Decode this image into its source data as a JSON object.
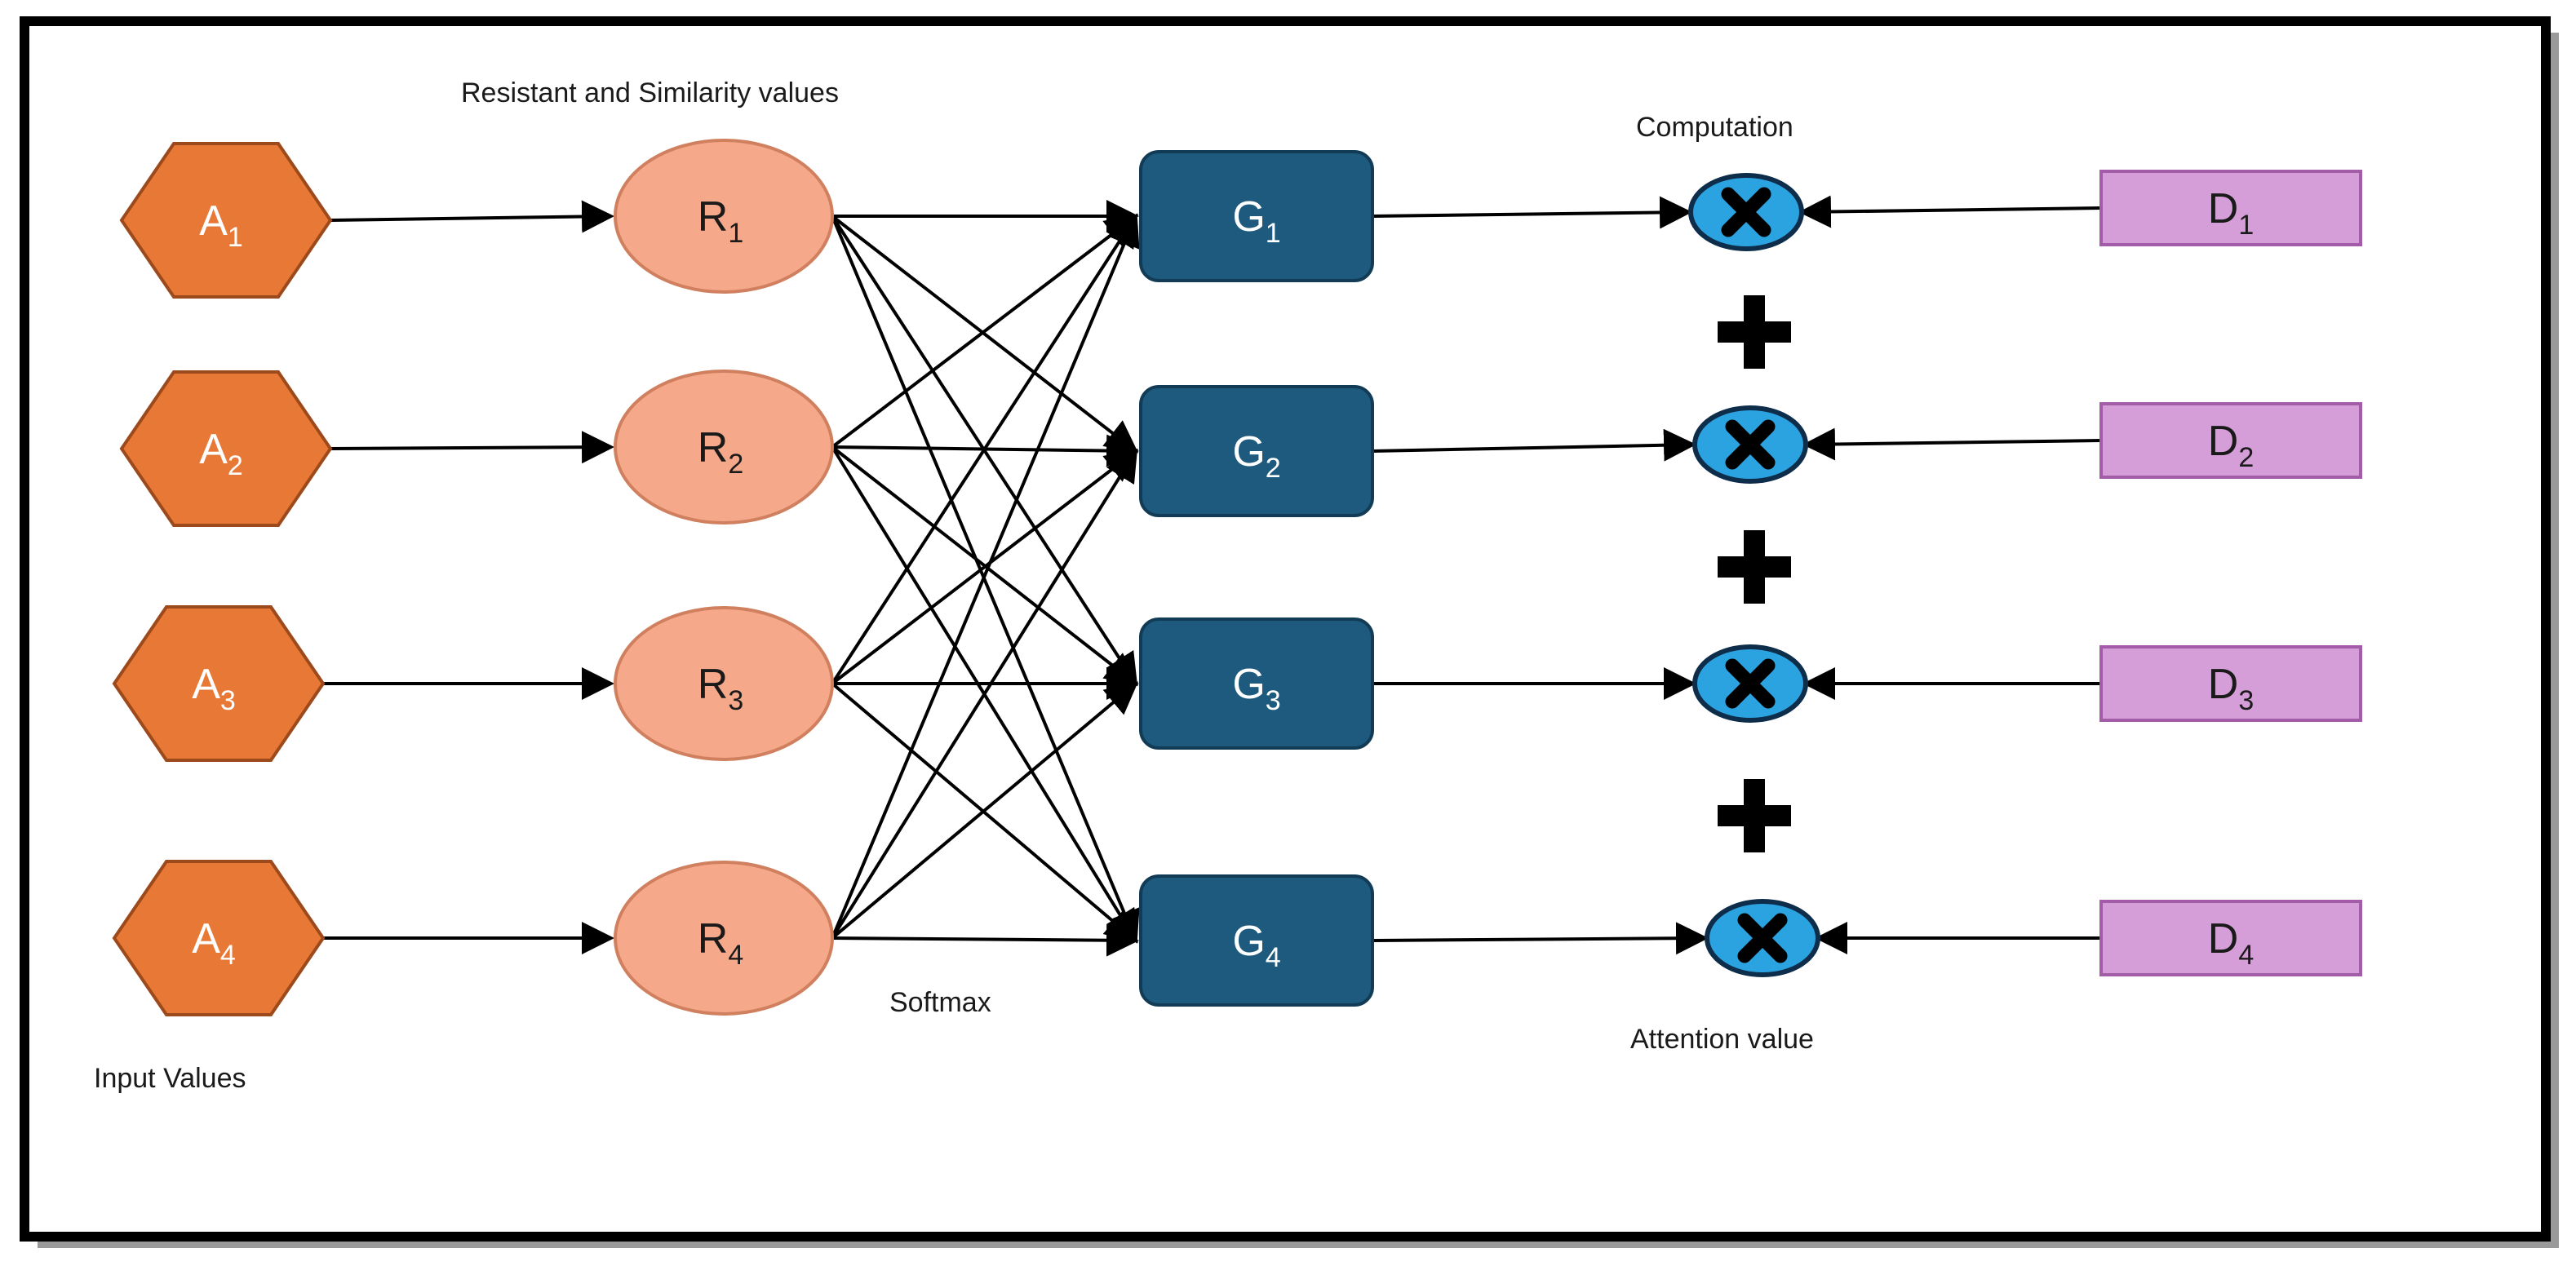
{
  "labels": {
    "resistant_similarity": "Resistant and Similarity values",
    "computation": "Computation",
    "softmax": "Softmax",
    "attention_value": "Attention value",
    "input_values": "Input Values"
  },
  "inputs": [
    {
      "letter": "A",
      "sub": "1"
    },
    {
      "letter": "A",
      "sub": "2"
    },
    {
      "letter": "A",
      "sub": "3"
    },
    {
      "letter": "A",
      "sub": "4"
    }
  ],
  "resistants": [
    {
      "letter": "R",
      "sub": "1"
    },
    {
      "letter": "R",
      "sub": "2"
    },
    {
      "letter": "R",
      "sub": "3"
    },
    {
      "letter": "R",
      "sub": "4"
    }
  ],
  "gates": [
    {
      "letter": "G",
      "sub": "1"
    },
    {
      "letter": "G",
      "sub": "2"
    },
    {
      "letter": "G",
      "sub": "3"
    },
    {
      "letter": "G",
      "sub": "4"
    }
  ],
  "data": [
    {
      "letter": "D",
      "sub": "1"
    },
    {
      "letter": "D",
      "sub": "2"
    },
    {
      "letter": "D",
      "sub": "3"
    },
    {
      "letter": "D",
      "sub": "4"
    }
  ],
  "colors": {
    "hexagon_fill": "#E87836",
    "hexagon_stroke": "#9C4A1C",
    "circle_fill": "#F5A88A",
    "circle_stroke": "#D0805F",
    "gate_fill": "#1E5A7E",
    "gate_stroke": "#123C55",
    "d_fill": "#D59ED8",
    "d_stroke": "#A25CA8",
    "multiply_fill": "#2BA3E0",
    "frame": "#000000"
  }
}
